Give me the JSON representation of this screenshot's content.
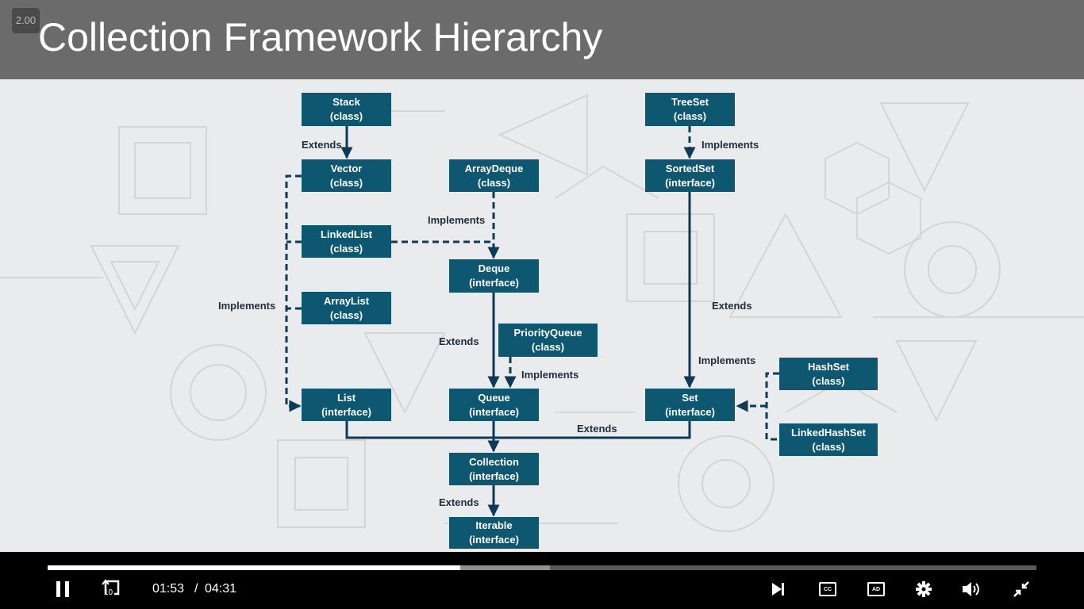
{
  "player": {
    "speed_badge": "2.00",
    "current_time": "01:53",
    "time_separator": "/",
    "duration": "04:31",
    "skip_back_seconds": "10",
    "progress": {
      "played_fraction": 0.417,
      "buffered_fraction": 0.508
    },
    "cc_label": "CC",
    "ad_label": "AD",
    "icons": {
      "pause": "pause-icon",
      "skip_back": "replay-10-icon",
      "next": "skip-next-icon",
      "captions": "closed-captions-icon",
      "audio_description": "audio-description-icon",
      "settings": "gear-icon",
      "volume": "volume-icon",
      "exit_fullscreen": "exit-fullscreen-icon"
    },
    "colors": {
      "bar_bg": "#000000",
      "played": "#ffffff",
      "buffered": "#909090",
      "track": "#595959"
    }
  },
  "slide": {
    "title": "Collection Framework Hierarchy",
    "colors": {
      "title_bar": "#6b6b6b",
      "node_fill": "#0d5771",
      "edge": "#0d3a57",
      "label": "#1f2d3a"
    },
    "nodes": {
      "stack": {
        "name": "Stack",
        "kind": "(class)"
      },
      "vector": {
        "name": "Vector",
        "kind": "(class)"
      },
      "linkedlist": {
        "name": "LinkedList",
        "kind": "(class)"
      },
      "arraylist": {
        "name": "ArrayList",
        "kind": "(class)"
      },
      "list": {
        "name": "List",
        "kind": "(interface)"
      },
      "arraydeque": {
        "name": "ArrayDeque",
        "kind": "(class)"
      },
      "deque": {
        "name": "Deque",
        "kind": "(interface)"
      },
      "priorityqueue": {
        "name": "PriorityQueue",
        "kind": "(class)"
      },
      "queue": {
        "name": "Queue",
        "kind": "(interface)"
      },
      "collection": {
        "name": "Collection",
        "kind": "(interface)"
      },
      "iterable": {
        "name": "Iterable",
        "kind": "(interface)"
      },
      "treeset": {
        "name": "TreeSet",
        "kind": "(class)"
      },
      "sortedset": {
        "name": "SortedSet",
        "kind": "(interface)"
      },
      "set": {
        "name": "Set",
        "kind": "(interface)"
      },
      "hashset": {
        "name": "HashSet",
        "kind": "(class)"
      },
      "linkedhashset": {
        "name": "LinkedHashSet",
        "kind": "(class)"
      }
    },
    "edge_labels": {
      "stack_vector": "Extends",
      "arraydeque_deque": "Implements",
      "list_impls": "Implements",
      "deque_queue": "Extends",
      "pq_queue": "Implements",
      "treeset_sortedset": "Implements",
      "sortedset_set": "Extends",
      "hashsets_set": "Implements",
      "to_collection": "Extends",
      "collection_iterable": "Extends"
    }
  }
}
